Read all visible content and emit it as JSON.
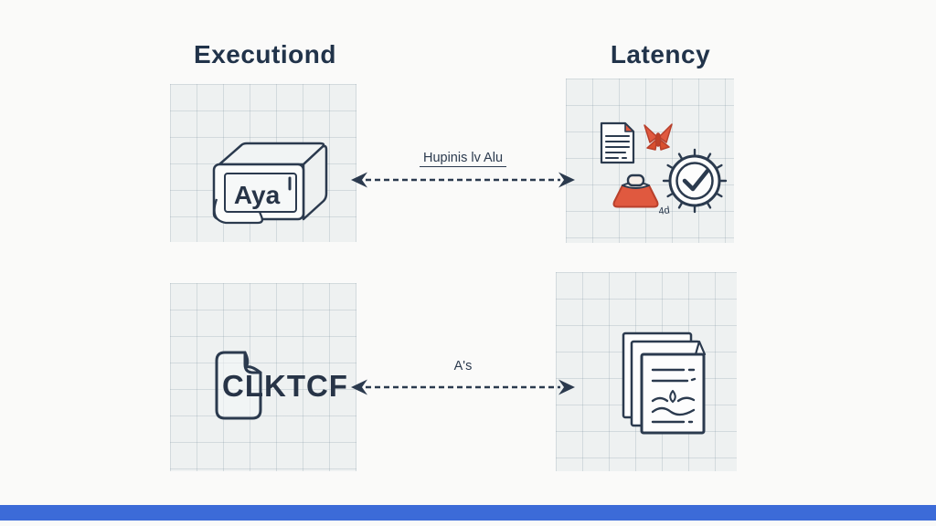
{
  "headers": {
    "left": "Executiond",
    "right": "Latency"
  },
  "top_row": {
    "box_label": "Aya",
    "arrow_label": "Hupinis lv Alu",
    "badge_scribble": "4d"
  },
  "bottom_row": {
    "file_label": "CLKTCF",
    "arrow_label": "A's"
  },
  "icons": {
    "top_left": "3d-box-icon",
    "top_right": [
      "document-icon",
      "origami-butterfly-icon",
      "bell-bag-icon",
      "verified-badge-icon"
    ],
    "bottom_left": "file-document-icon",
    "bottom_right": "stacked-documents-icon"
  },
  "colors": {
    "background": "#fafaf9",
    "ink": "#2b3a4e",
    "accent_orange": "#e0593f",
    "panel_fill": "#e7ecee",
    "grid_line": "#b9c4ca",
    "footer_bar": "#3c6bd8"
  }
}
